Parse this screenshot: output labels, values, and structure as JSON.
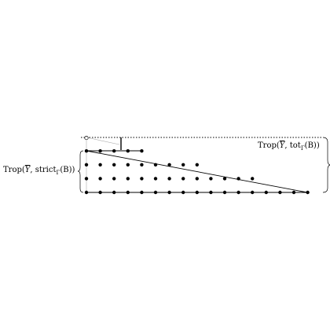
{
  "labels": {
    "tot": {
      "prefix": "Trop(",
      "y": "Y",
      "comma": ", ",
      "func": "tot",
      "sub": "Γ",
      "arg": "(B))"
    },
    "strict": {
      "prefix": "Trop(",
      "y": "Y",
      "comma": ", ",
      "func": "strict",
      "sub": "Γ",
      "arg": "(B))"
    }
  },
  "lattice": {
    "rows": [
      {
        "level": 0,
        "count": 17
      },
      {
        "level": 1,
        "count": 13
      },
      {
        "level": 2,
        "count": 9
      },
      {
        "level": 3,
        "count": 5
      }
    ],
    "hollow_point": {
      "column": 0,
      "level": 4
    }
  },
  "colors": {
    "ink": "#000000",
    "faint_line": "#aaaaaa"
  }
}
